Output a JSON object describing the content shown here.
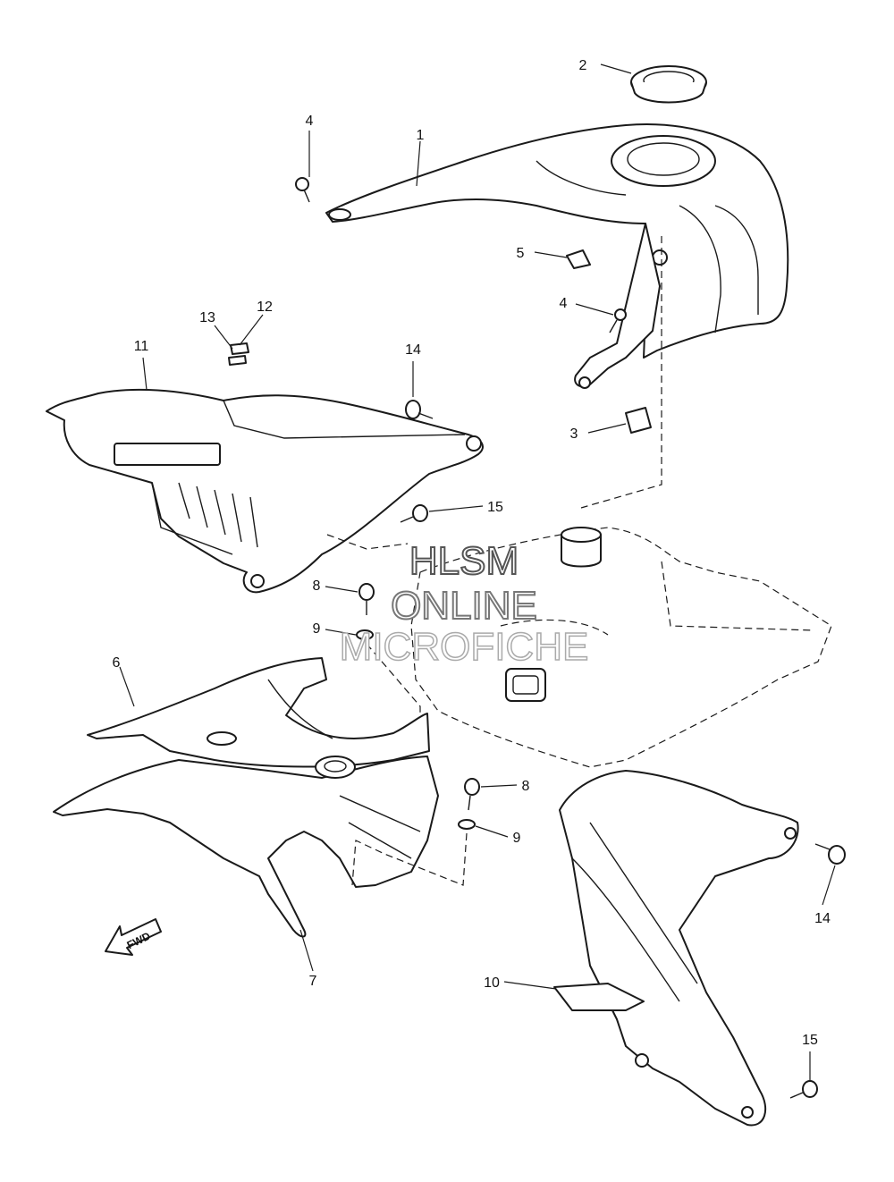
{
  "watermark": {
    "line1": "HLSM",
    "line2": "ONLINE",
    "line3": "MICROFICHE"
  },
  "fwd_label": "FWD",
  "callouts": [
    {
      "ref": "1",
      "label": "1"
    },
    {
      "ref": "2",
      "label": "2"
    },
    {
      "ref": "3",
      "label": "3"
    },
    {
      "ref": "4a",
      "label": "4"
    },
    {
      "ref": "4b",
      "label": "4"
    },
    {
      "ref": "5",
      "label": "5"
    },
    {
      "ref": "6",
      "label": "6"
    },
    {
      "ref": "7",
      "label": "7"
    },
    {
      "ref": "8a",
      "label": "8"
    },
    {
      "ref": "8b",
      "label": "8"
    },
    {
      "ref": "9a",
      "label": "9"
    },
    {
      "ref": "9b",
      "label": "9"
    },
    {
      "ref": "10",
      "label": "10"
    },
    {
      "ref": "11",
      "label": "11"
    },
    {
      "ref": "12",
      "label": "12"
    },
    {
      "ref": "13",
      "label": "13"
    },
    {
      "ref": "14a",
      "label": "14"
    },
    {
      "ref": "14b",
      "label": "14"
    },
    {
      "ref": "15a",
      "label": "15"
    },
    {
      "ref": "15b",
      "label": "15"
    }
  ]
}
